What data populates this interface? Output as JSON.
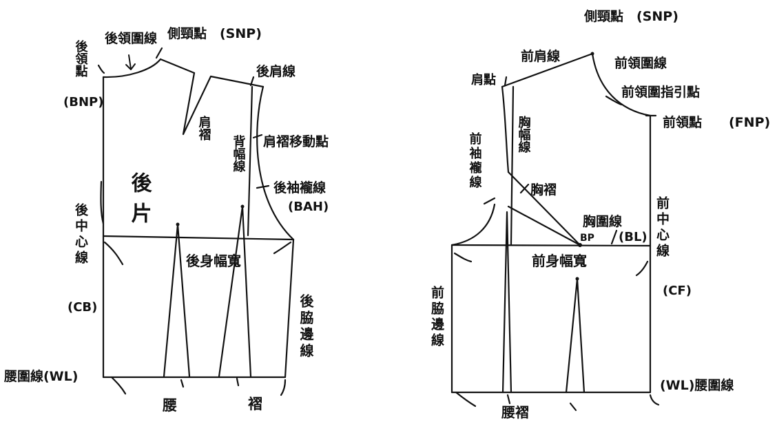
{
  "back": {
    "main": "後片",
    "labels": {
      "back_neckline": "後領圍線",
      "snp": "側頸點　(SNP)",
      "bnp_name": "後領點",
      "bnp_code": "(BNP)",
      "back_shoulder_line": "後肩線",
      "shoulder_dart": "肩褶",
      "back_width_line": "背幅線",
      "dart_move_point": "肩褶移動點",
      "back_armhole": "後袖襱線",
      "bah": "(BAH)",
      "center_back": "後中心線",
      "cb": "(CB)",
      "body_width": "後身幅寬",
      "side_seam": "後脇邊線",
      "waist_line": "腰圍線(WL)",
      "waist": "腰",
      "dart": "褶"
    }
  },
  "front": {
    "labels": {
      "snp": "側頸點　(SNP)",
      "front_shoulder_line": "前肩線",
      "front_neckline": "前領圍線",
      "front_neck_guide_point": "前領圍指引點",
      "shoulder_point": "肩點",
      "fnp_name": "前領點",
      "fnp_code": "(FNP)",
      "chest_width_line": "胸幅線",
      "front_armhole": "前袖襱線",
      "bust_dart": "胸褶",
      "bust_line": "胸圍線",
      "bl": "(BL)",
      "bp": "BP",
      "center_front": "前中心線",
      "cf": "(CF)",
      "body_width": "前身幅寬",
      "side_seam": "前脇邊線",
      "waist_line": "(WL)腰圍線",
      "waist_dart": "腰褶"
    }
  },
  "colors": {
    "ink": "#111111",
    "paper": "#ffffff"
  }
}
